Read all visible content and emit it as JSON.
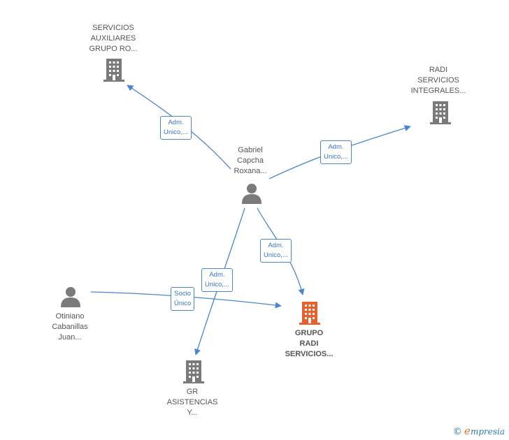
{
  "nodes": {
    "servicios_auxiliares": {
      "label": "SERVICIOS\nAUXILIARES\nGRUPO RO...",
      "icon": "building-icon"
    },
    "radi_servicios_integrales": {
      "label": "RADI\nSERVICIOS\nINTEGRALES...",
      "icon": "building-icon"
    },
    "gabriel": {
      "label": "Gabriel\nCapcha\nRoxana...",
      "icon": "person-icon"
    },
    "otiniano": {
      "label": "Otiniano\nCabanillas\nJuan...",
      "icon": "person-icon"
    },
    "grupo_radi": {
      "label": "GRUPO\nRADI\nSERVICIOS...",
      "icon": "building-icon"
    },
    "gr_asistencias": {
      "label": "GR\nASISTENCIAS\nY...",
      "icon": "building-icon"
    }
  },
  "edges": {
    "e1": "Adm.\nUnico,...",
    "e2": "Adm.\nUnico,...",
    "e3": "Adm.\nUnico,...",
    "e4": "Adm.\nUnico,...",
    "e5": "Socio\nÚnico"
  },
  "colors": {
    "edge": "#4a86d0",
    "building": "#7a7a7a",
    "building_main": "#e8602c",
    "person": "#7a7a7a"
  },
  "brand": {
    "copyright": "©",
    "e": "e",
    "rest": "mpresia"
  }
}
